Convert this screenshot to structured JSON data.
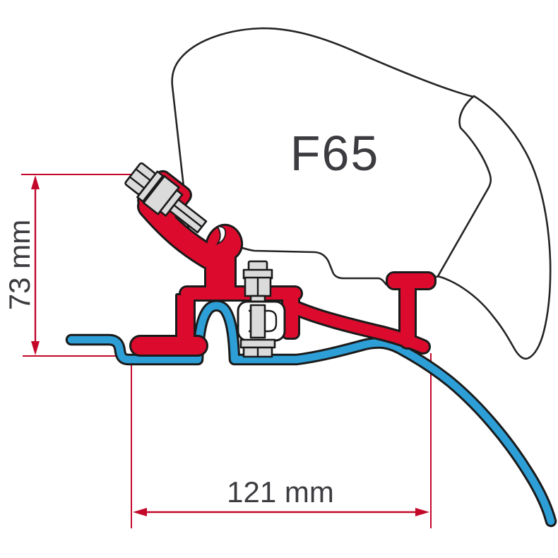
{
  "labels": {
    "awning_model": "F65",
    "height_dimension": "73 mm",
    "width_dimension": "121 mm"
  },
  "colors": {
    "bracket_red": "#DC0B2D",
    "dimension_red": "#C3082A",
    "roof_blue": "#2D9FD6",
    "outline_dark": "#1A1A1A",
    "awning_stroke": "#242424",
    "metal_gray": "#DBDBDB",
    "text_dark": "#3C3C40",
    "background": "#FFFFFF"
  }
}
